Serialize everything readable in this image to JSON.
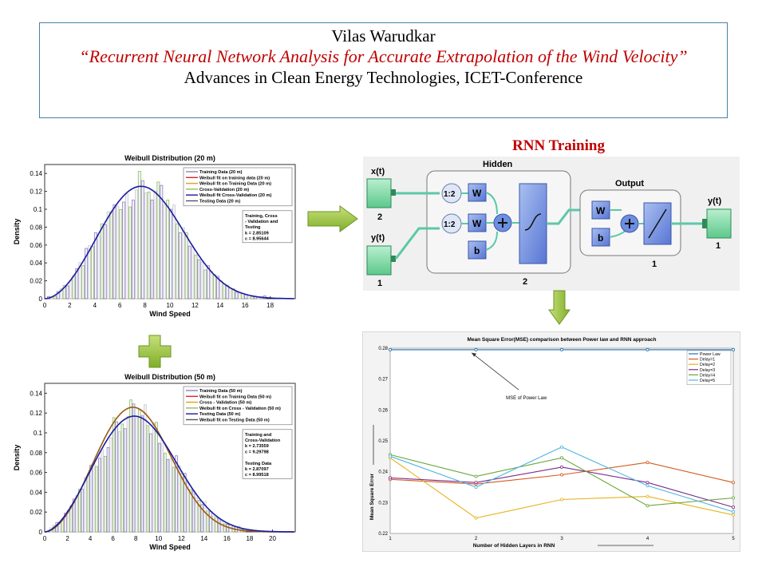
{
  "header": {
    "author": "Vilas Warudkar",
    "title": "“Recurrent Neural Network Analysis for Accurate Extrapolation of the Wind Velocity”",
    "venue": "Advances in Clean Energy Technologies, ICET-Conference"
  },
  "rnn": {
    "title": "RNN Training",
    "hidden_label": "Hidden",
    "output_label": "Output",
    "input1": "x(t)",
    "input1_size": "2",
    "input2": "y(t)",
    "input2_size": "1",
    "output": "y(t)",
    "output_size": "1",
    "delay": "1:2",
    "w": "W",
    "b": "b",
    "hidden_size": "2",
    "output_layer_size": "1"
  },
  "chart_data": [
    {
      "type": "bar",
      "title": "Weibull Distribution (20 m)",
      "xlabel": "Wind Speed",
      "ylabel": "Density",
      "xlim": [
        0,
        20
      ],
      "ylim": [
        0,
        0.15
      ],
      "xticks": [
        "0",
        "2",
        "4",
        "6",
        "8",
        "10",
        "12",
        "14",
        "16",
        "18"
      ],
      "yticks": [
        "0",
        "0.02",
        "0.04",
        "0.06",
        "0.08",
        "0.1",
        "0.12",
        "0.14"
      ],
      "legend": [
        "Training Data (20 m)",
        "Weibull fit on training data (20 m)",
        "Weibull fit on Training Data (20 m)",
        "Cross-Validation (20 m)",
        "Weibull fit Cross-Validation (20 m)",
        "Testing Data (20 m)"
      ],
      "annotation": [
        "Training, Cross",
        "- Validation and",
        "Testing",
        "k = 2.85109",
        "c = 8.95644"
      ],
      "weibull": {
        "k": 2.85109,
        "c": 8.95644
      },
      "colors": {
        "bars": "#9b8fc4",
        "fit": "#1a1aa0"
      }
    },
    {
      "type": "bar",
      "title": "Weibull Distribution (50 m)",
      "xlabel": "Wind Speed",
      "ylabel": "Density",
      "xlim": [
        0,
        22
      ],
      "ylim": [
        0,
        0.15
      ],
      "xticks": [
        "0",
        "2",
        "4",
        "6",
        "8",
        "10",
        "12",
        "14",
        "16",
        "18",
        "20"
      ],
      "yticks": [
        "0",
        "0.02",
        "0.04",
        "0.06",
        "0.08",
        "0.1",
        "0.12",
        "0.14"
      ],
      "legend": [
        "Training Data (50 m)",
        "Weibull fit on Training Data (50 m)",
        "Cross - Validation (50 m)",
        "Weibull fit on Cross - Validation (50 m)",
        "Testing Data (50 m)",
        "Weibull fit on Testing Data (50 m)"
      ],
      "annotation": [
        "Training and",
        "Cross-Validation",
        "k = 2.73559",
        "c = 9.29798",
        "",
        "Testing Data",
        "k = 2.87097",
        "c = 8.99518"
      ],
      "weibull": {
        "k": 2.73559,
        "c": 9.29798
      },
      "weibull_test": {
        "k": 2.87097,
        "c": 8.99518
      },
      "colors": {
        "bars": "#9b8fc4",
        "fit": "#1a1aa0",
        "fit_test": "#9a5a10"
      }
    },
    {
      "type": "line",
      "title": "Mean Square Error(MSE) comparison between Power law and RNN approach",
      "xlabel": "Number of Hidden Layers in RNN",
      "ylabel": "Mean Square Error",
      "x": [
        1,
        2,
        3,
        4,
        5
      ],
      "xlim": [
        1,
        5
      ],
      "ylim": [
        0.22,
        0.28
      ],
      "xticks": [
        "1",
        "2",
        "3",
        "4",
        "5"
      ],
      "yticks": [
        "0.22",
        "0.23",
        "0.24",
        "0.25",
        "0.26",
        "0.27",
        "0.28"
      ],
      "annotation": "MSE of Power Law",
      "series": [
        {
          "name": "Power Law",
          "values": [
            0.2795,
            0.2795,
            0.2795,
            0.2795,
            0.2795
          ],
          "color": "#1f6fb0"
        },
        {
          "name": "Delay=1",
          "values": [
            0.2375,
            0.236,
            0.239,
            0.243,
            0.2365
          ],
          "color": "#d45a1f"
        },
        {
          "name": "Delay=2",
          "values": [
            0.2445,
            0.225,
            0.231,
            0.232,
            0.226
          ],
          "color": "#e6b21a"
        },
        {
          "name": "Delay=3",
          "values": [
            0.238,
            0.2365,
            0.2415,
            0.2365,
            0.2285
          ],
          "color": "#7b2b8c"
        },
        {
          "name": "Delay=4",
          "values": [
            0.2455,
            0.2385,
            0.2445,
            0.229,
            0.2315
          ],
          "color": "#6aa63a"
        },
        {
          "name": "Delay=5",
          "values": [
            0.245,
            0.235,
            0.248,
            0.2355,
            0.227
          ],
          "color": "#4fb6e0"
        }
      ]
    }
  ]
}
